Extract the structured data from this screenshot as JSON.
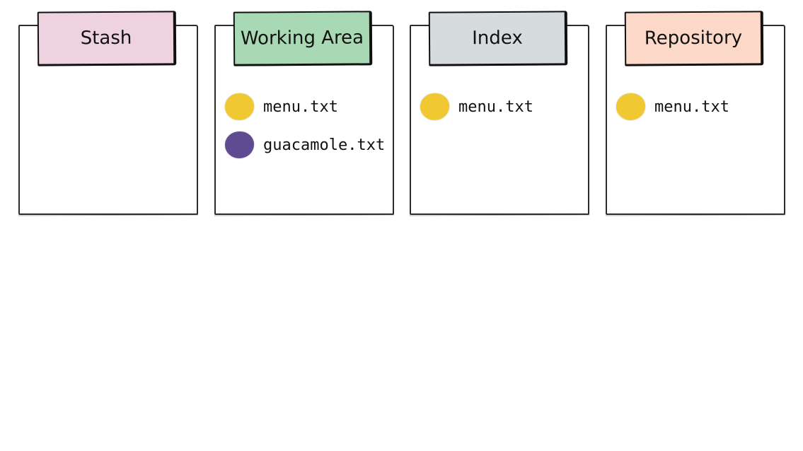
{
  "areas": [
    {
      "label": "Stash",
      "color": "#eed2e0",
      "files": []
    },
    {
      "label": "Working Area",
      "color": "#a8d8b4",
      "files": [
        {
          "name": "menu.txt",
          "color": "#f0c932"
        },
        {
          "name": "guacamole.txt",
          "color": "#5e4b92"
        }
      ]
    },
    {
      "label": "Index",
      "color": "#d6dcde",
      "files": [
        {
          "name": "menu.txt",
          "color": "#f0c932"
        }
      ]
    },
    {
      "label": "Repository",
      "color": "#fbd8c8",
      "files": [
        {
          "name": "menu.txt",
          "color": "#f0c932"
        }
      ]
    }
  ]
}
